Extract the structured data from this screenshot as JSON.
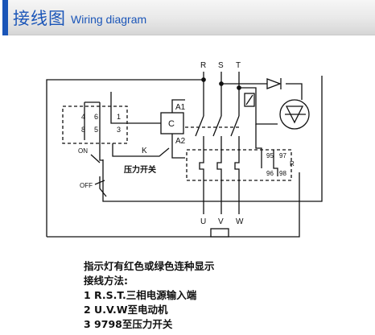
{
  "header": {
    "title_cn": "接线图",
    "title_en": "Wiring diagram",
    "accent_color": "#1a55b8"
  },
  "diagram": {
    "phase_labels": [
      "R",
      "S",
      "T"
    ],
    "contactor_labels": {
      "a1": "A1",
      "a2": "A2",
      "coil": "C"
    },
    "relay_numbers": [
      "4",
      "6",
      "1",
      "8",
      "5",
      "3"
    ],
    "switch_labels": {
      "on": "ON",
      "off": "OFF",
      "k": "K",
      "pressure_switch": "压力开关"
    },
    "motor_terminals": [
      "U",
      "V",
      "W"
    ],
    "overload_numbers": {
      "n95": "95",
      "n97": "97",
      "n96": "96",
      "n98": "98",
      "rc": "R"
    }
  },
  "notes": {
    "line1": "指示灯有红色或绿色连种显示",
    "line2": "接线方法:",
    "line3": "1 R.S.T.三相电源输入端",
    "line4": "2 U.V.W至电动机",
    "line5": "3 9798至压力开关"
  }
}
